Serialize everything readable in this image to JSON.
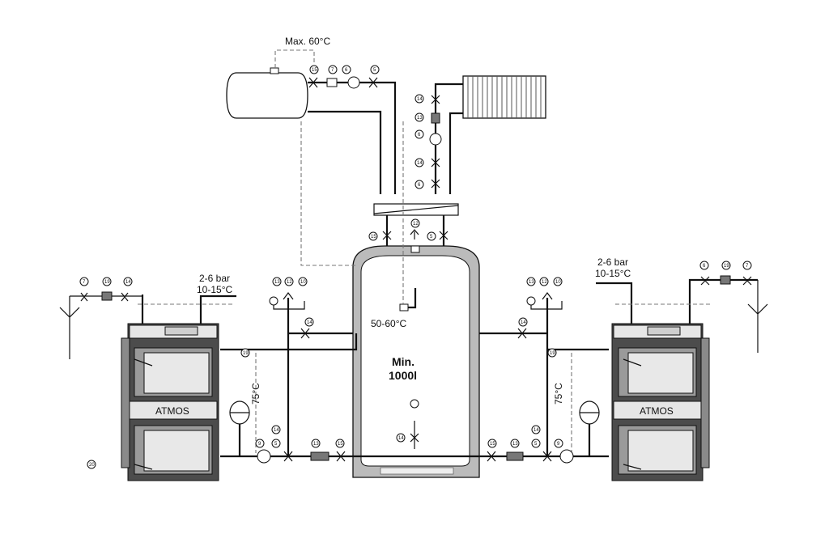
{
  "labels": {
    "max_temp": "Max. 60°C",
    "tank_temp": "50-60°C",
    "tank_volume_line1": "Min.",
    "tank_volume_line2": "1000l",
    "pressure_left": "2-6 bar",
    "temp_left": "10-15°C",
    "pressure_right": "2-6 bar",
    "temp_right": "10-15°C",
    "boiler_left": "ATMOS",
    "boiler_right": "ATMOS",
    "return_temp_left": "75°C",
    "return_temp_right": "75°C"
  },
  "part_numbers": {
    "left_inlet": [
      "7",
      "19",
      "14"
    ],
    "left_safety": [
      "13",
      "12",
      "10"
    ],
    "left_valve": "14",
    "left_sensor": "19",
    "left_return": [
      "14",
      "5",
      "9",
      "13",
      "15"
    ],
    "left_corner": "20",
    "tank_top": "12",
    "tank_top_valves": [
      "15",
      "5"
    ],
    "tank_bottom": "14",
    "dhw": [
      "15",
      "7",
      "6",
      "5"
    ],
    "radiator": [
      "14",
      "13",
      "6",
      "14",
      "6"
    ],
    "right_inlet": [
      "6",
      "19",
      "7"
    ],
    "right_safety": [
      "13",
      "12",
      "10"
    ],
    "right_valve": "14",
    "right_sensor": "19",
    "right_return": [
      "15",
      "13",
      "5",
      "14",
      "9"
    ]
  }
}
